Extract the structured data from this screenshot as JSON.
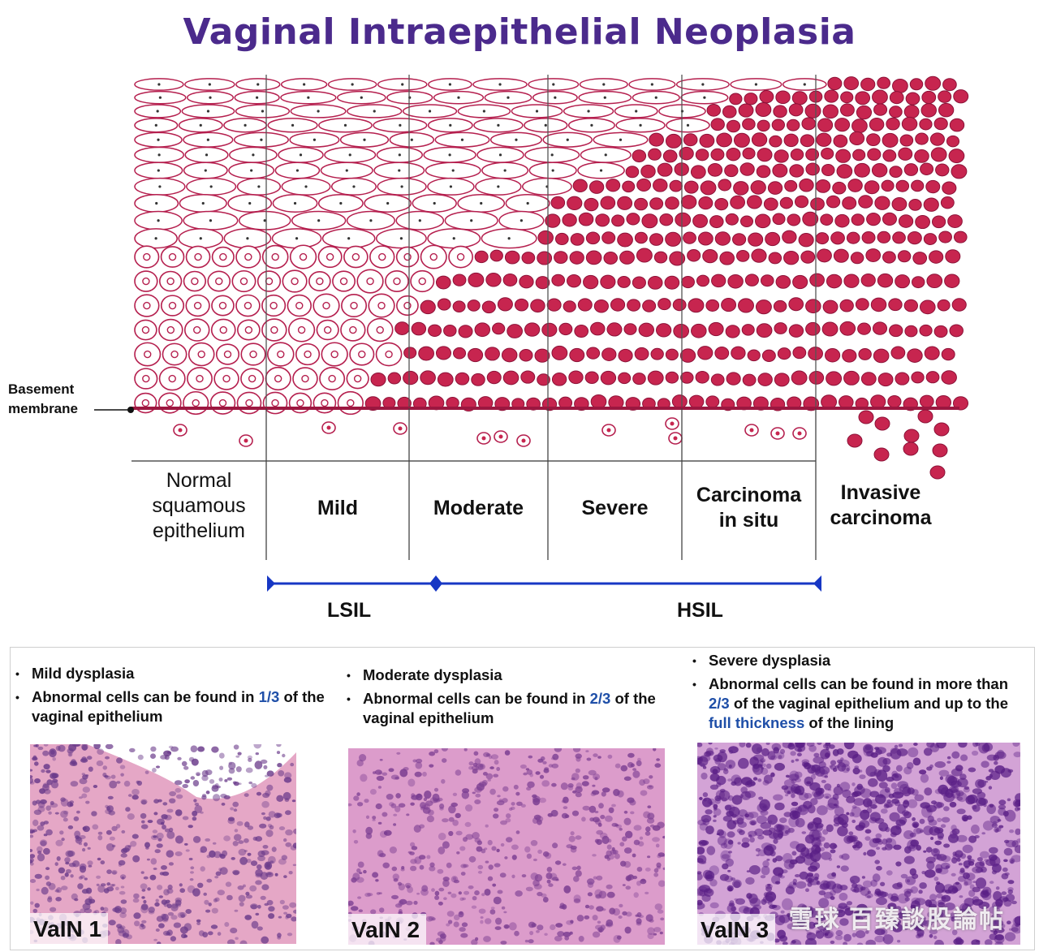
{
  "title": "Vaginal Intraepithelial Neoplasia",
  "basement_membrane_label": "Basement\nmembrane",
  "stages": [
    {
      "label": "Normal\nsquamous\nepithelium",
      "bold": false
    },
    {
      "label": "Mild",
      "bold": true
    },
    {
      "label": "Moderate",
      "bold": true
    },
    {
      "label": "Severe",
      "bold": true
    },
    {
      "label": "Carcinoma\nin situ",
      "bold": true
    },
    {
      "label": "Invasive\ncarcinoma",
      "bold": true
    }
  ],
  "grades": {
    "lsil": "LSIL",
    "hsil": "HSIL"
  },
  "colors": {
    "title": "#4b2a8c",
    "cell_outline": "#b51f4e",
    "cell_fill": "#c7254f",
    "range_line": "#1737c4",
    "highlight": "#1f4fa8"
  },
  "panels": [
    {
      "bullets": [
        {
          "parts": [
            {
              "text": "Mild dysplasia",
              "hl": false
            }
          ]
        },
        {
          "parts": [
            {
              "text": "Abnormal cells can be found in ",
              "hl": false
            },
            {
              "text": "1/3",
              "hl": true
            },
            {
              "text": " of the vaginal epithelium",
              "hl": false
            }
          ]
        }
      ],
      "caption": "VaIN 1"
    },
    {
      "bullets": [
        {
          "parts": [
            {
              "text": "Moderate dysplasia",
              "hl": false
            }
          ]
        },
        {
          "parts": [
            {
              "text": "Abnormal cells can be found in ",
              "hl": false
            },
            {
              "text": "2/3",
              "hl": true
            },
            {
              "text": " of the vaginal epithelium",
              "hl": false
            }
          ]
        }
      ],
      "caption": "VaIN 2"
    },
    {
      "bullets": [
        {
          "parts": [
            {
              "text": "Severe dysplasia",
              "hl": false
            }
          ]
        },
        {
          "parts": [
            {
              "text": "Abnormal cells can be found in more than ",
              "hl": false
            },
            {
              "text": "2/3",
              "hl": true
            },
            {
              "text": " of the vaginal epithelium and up to the ",
              "hl": false
            },
            {
              "text": "full thickness",
              "hl": true
            },
            {
              "text": " of the lining",
              "hl": false
            }
          ]
        }
      ],
      "caption": "VaIN 3"
    }
  ],
  "watermark": "雪球  百臻談股論帖"
}
